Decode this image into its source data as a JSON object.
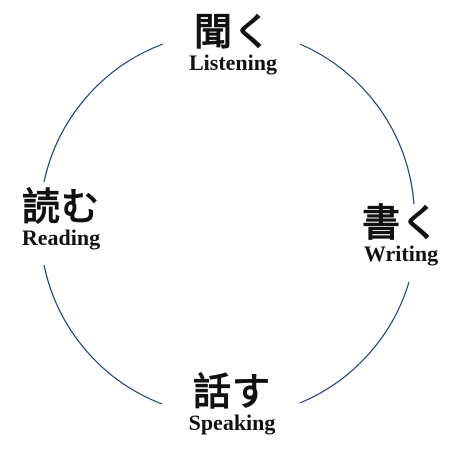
{
  "diagram": {
    "nodes": [
      {
        "id": "listening",
        "jp": "聞く",
        "en": "Listening"
      },
      {
        "id": "writing",
        "jp": "書く",
        "en": "Writing"
      },
      {
        "id": "speaking",
        "jp": "話す",
        "en": "Speaking"
      },
      {
        "id": "reading",
        "jp": "読む",
        "en": "Reading"
      }
    ],
    "line_color": "#1f3a7a",
    "text_color": "#111111"
  }
}
